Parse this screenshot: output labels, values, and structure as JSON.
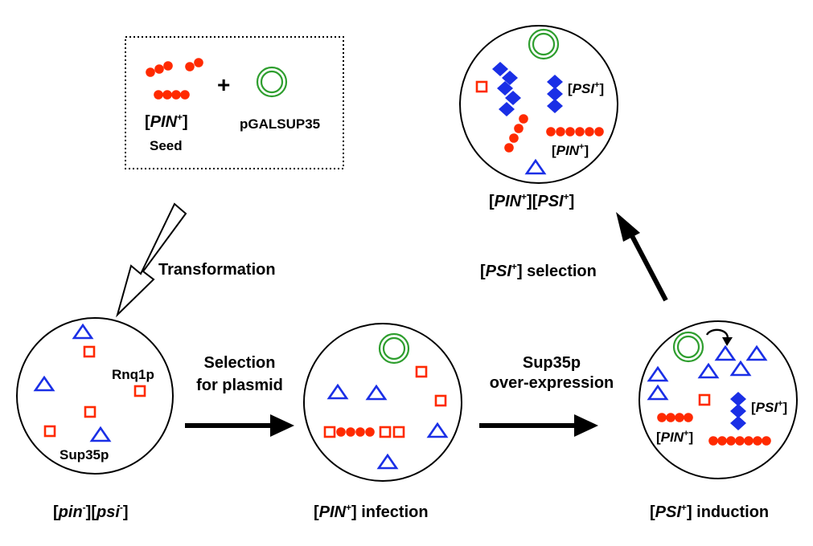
{
  "colors": {
    "red": "#ff2a00",
    "blue": "#1a2fe6",
    "green": "#2e9e2e",
    "black": "#000000"
  },
  "icons": [
    "red-square-icon",
    "blue-triangle-icon",
    "green-plasmid-icon",
    "blue-diamond-icon",
    "red-dot-icon",
    "curved-arrow-icon"
  ],
  "seed_box": {
    "plus": "+",
    "pin_label": {
      "open": "[",
      "italic": "PIN",
      "sup": "+",
      "close": "]"
    },
    "seed": "Seed",
    "plasmid": "pGALSUP35"
  },
  "steps": {
    "transformation": "Transformation",
    "selection_line1": "Selection",
    "selection_line2": "for plasmid",
    "sup35_line1": "Sup35p",
    "sup35_line2": "over-expression",
    "psi_selection": {
      "open": "[",
      "italic": "PSI",
      "sup": "+",
      "close": "] selection"
    }
  },
  "cells": {
    "cell1": {
      "rnq1p": "Rnq1p",
      "sup35p": "Sup35p",
      "caption": {
        "p1": "[",
        "i1": "pin",
        "s1": "-",
        "p2": "][",
        "i2": "psi",
        "s2": "-",
        "p3": "]"
      }
    },
    "cell2": {
      "caption": {
        "open": "[",
        "italic": "PIN",
        "sup": "+",
        "close": "] infection"
      }
    },
    "cell3": {
      "psi_label": {
        "open": "[",
        "italic": "PSI",
        "sup": "+",
        "close": "]"
      },
      "pin_label": {
        "open": "[",
        "italic": "PIN",
        "sup": "+",
        "close": "]"
      },
      "caption": {
        "open": "[",
        "italic": "PSI",
        "sup": "+",
        "close": "] induction"
      }
    },
    "cell4": {
      "psi_label": {
        "open": "[",
        "italic": "PSI",
        "sup": "+",
        "close": "]"
      },
      "pin_label": {
        "open": "[",
        "italic": "PIN",
        "sup": "+",
        "close": "]"
      },
      "caption": {
        "p1": "[",
        "i1": "PIN",
        "s1": "+",
        "p2": "][",
        "i2": "PSI",
        "s2": "+",
        "p3": "]"
      }
    }
  }
}
